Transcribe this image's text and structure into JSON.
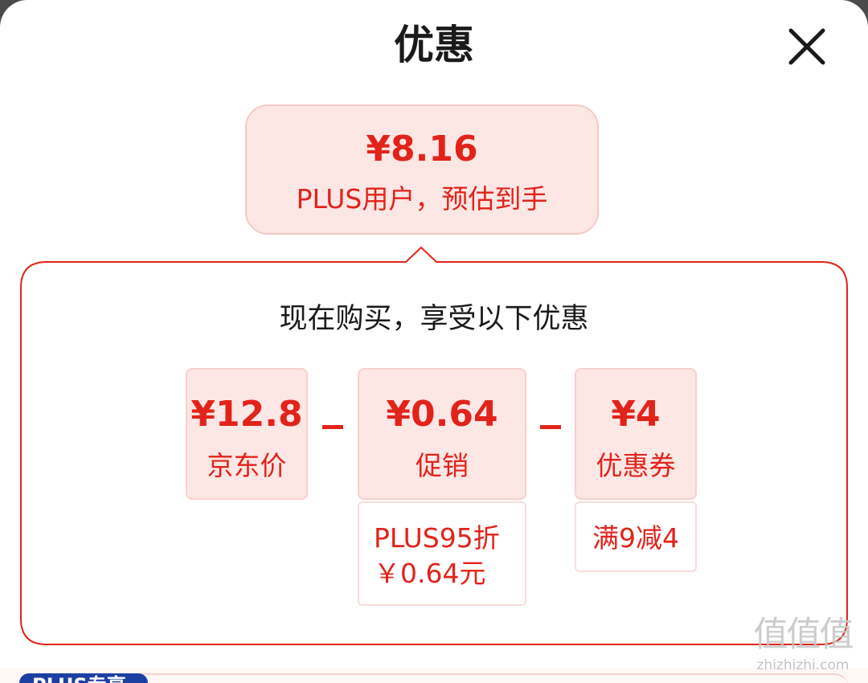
{
  "dialog": {
    "title": "优惠",
    "close_icon": "close-icon"
  },
  "summary": {
    "price": "¥8.16",
    "label": "PLUS用户，预估到手"
  },
  "breakdown": {
    "heading": "现在购买，享受以下优惠",
    "items": [
      {
        "value": "¥12.8",
        "label": "京东价"
      },
      {
        "value": "¥0.64",
        "label": "促销"
      },
      {
        "value": "¥4",
        "label": "优惠券"
      }
    ],
    "operators": [
      "-",
      "-"
    ],
    "promotion_detail": [
      "PLUS95折",
      "￥0.64元"
    ],
    "coupon_detail": "满9减4"
  },
  "next_section": {
    "tag": "PLUS专享"
  },
  "watermark": {
    "mark": "值值值",
    "site": "zhizhizhi.com"
  },
  "colors": {
    "accent": "#e2231a",
    "accent_bg": "#fde7e5",
    "plus_blue": "#1c3fa3"
  }
}
